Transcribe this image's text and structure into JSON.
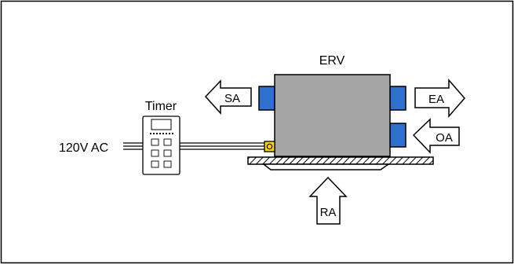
{
  "labels": {
    "erv": "ERV",
    "timer": "Timer",
    "power": "120V AC",
    "sa": "SA",
    "ea": "EA",
    "oa": "OA",
    "ra": "RA"
  },
  "colors": {
    "erv_body": "#a6a6a6",
    "duct_collar": "#2f6fd0",
    "connector": "#ffd400",
    "frame_border": "#000000"
  },
  "icons": {
    "timer": "timer-device-icon",
    "connector": "terminal-connector-icon"
  }
}
